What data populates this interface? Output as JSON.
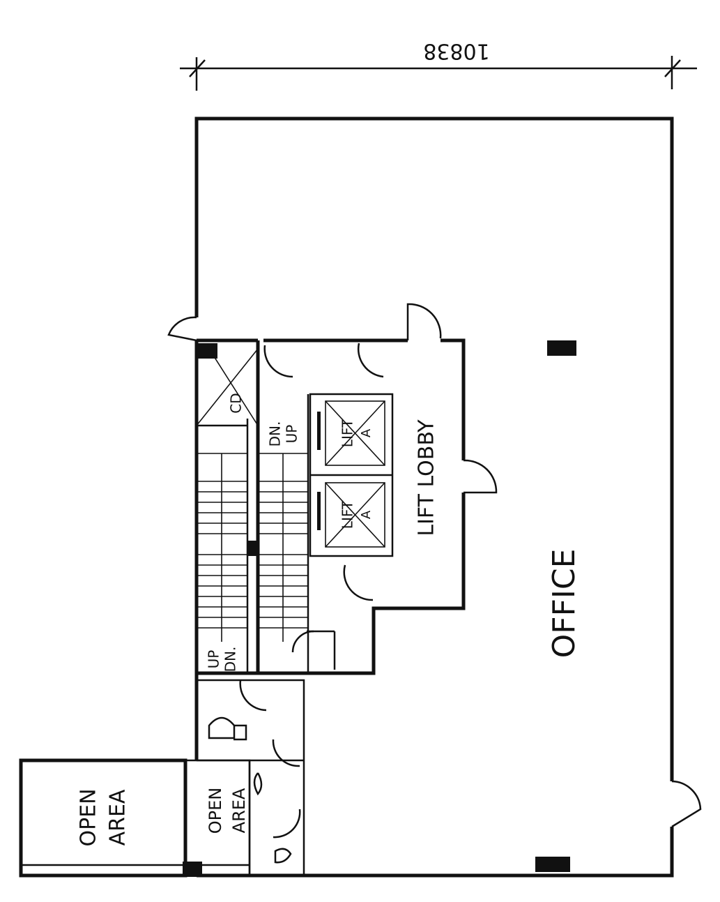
{
  "plan": {
    "dimension": "10838",
    "rooms": {
      "office": "OFFICE",
      "lift_lobby": "LIFT LOBBY",
      "open_area_1_line1": "OPEN",
      "open_area_1_line2": "AREA",
      "open_area_2_line1": "OPEN",
      "open_area_2_line2": "AREA"
    },
    "lifts": {
      "lift_1_line1": "LIFT",
      "lift_1_line2": "A",
      "lift_2_line1": "LIFT",
      "lift_2_line2": "A"
    },
    "stairs": {
      "stair_a_up": "UP",
      "stair_a_dn": "DN.",
      "stair_b_dn": "DN.",
      "stair_b_up": "UP"
    },
    "duct": "CD"
  }
}
